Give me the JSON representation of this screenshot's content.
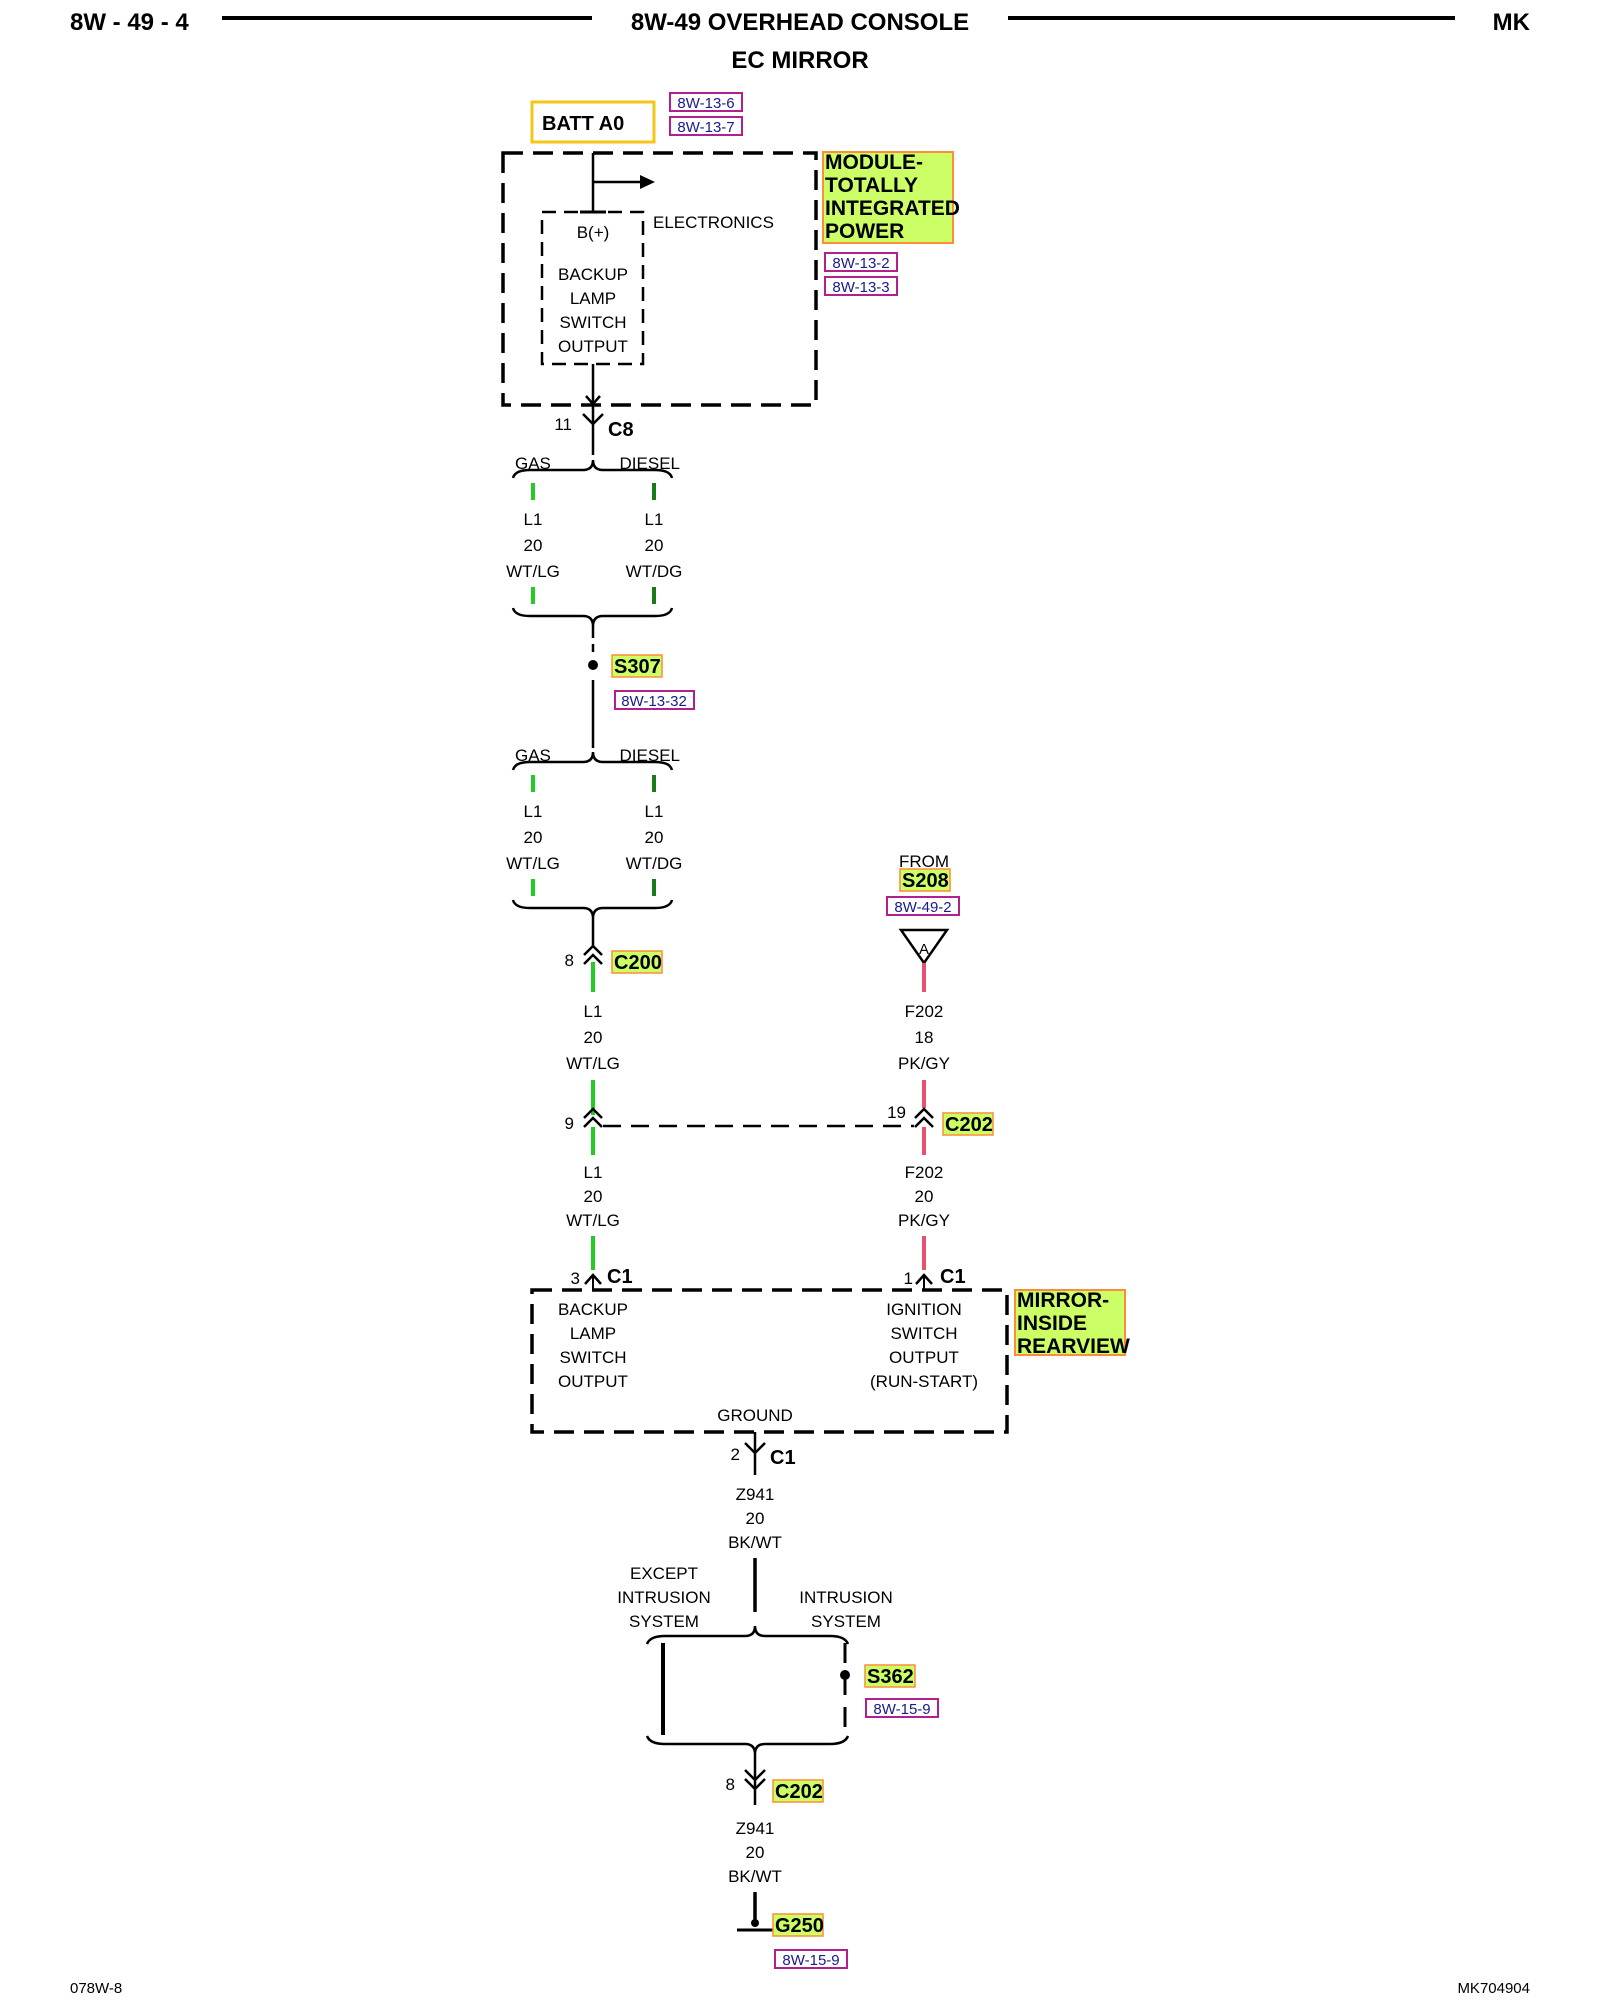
{
  "header": {
    "page_number": "8W - 49 - 4",
    "title": "8W-49 OVERHEAD CONSOLE",
    "subtitle": "EC MIRROR",
    "model": "MK"
  },
  "footer": {
    "left_code": "078W-8",
    "right_code": "MK704904"
  },
  "batt": {
    "label": "BATT A0",
    "refs": [
      "8W-13-6",
      "8W-13-7"
    ]
  },
  "tipm": {
    "name_lines": [
      "MODULE-",
      "TOTALLY",
      "INTEGRATED",
      "POWER"
    ],
    "refs": [
      "8W-13-2",
      "8W-13-3"
    ],
    "electronics_label": "ELECTRONICS",
    "bplus_label": "B(+)",
    "output_lines": [
      "BACKUP",
      "LAMP",
      "SWITCH",
      "OUTPUT"
    ]
  },
  "c8": {
    "pin": "11",
    "label": "C8"
  },
  "branch_top": {
    "gas_label": "GAS",
    "diesel_label": "DIESEL",
    "gas_wire": [
      "L1",
      "20",
      "WT/LG"
    ],
    "diesel_wire": [
      "L1",
      "20",
      "WT/DG"
    ]
  },
  "s307": {
    "label": "S307",
    "ref": "8W-13-32"
  },
  "branch_bottom": {
    "gas_label": "GAS",
    "diesel_label": "DIESEL",
    "gas_wire": [
      "L1",
      "20",
      "WT/LG"
    ],
    "diesel_wire": [
      "L1",
      "20",
      "WT/DG"
    ]
  },
  "c200": {
    "pin": "8",
    "label": "C200"
  },
  "wire_l1_a": [
    "L1",
    "20",
    "WT/LG"
  ],
  "from_s208": {
    "from_label": "FROM",
    "splice": "S208",
    "ref": "8W-49-2",
    "flag": "A"
  },
  "wire_f202_a": [
    "F202",
    "18",
    "PK/GY"
  ],
  "c202_top": {
    "left_pin": "9",
    "right_pin": "19",
    "label": "C202"
  },
  "wire_l1_b": [
    "L1",
    "20",
    "WT/LG"
  ],
  "wire_f202_b": [
    "F202",
    "20",
    "PK/GY"
  ],
  "mirror_pins": {
    "left_pin": "3",
    "left_label": "C1",
    "right_pin": "1",
    "right_label": "C1"
  },
  "mirror": {
    "name_lines": [
      "MIRROR-",
      "INSIDE",
      "REARVIEW"
    ],
    "left_lines": [
      "BACKUP",
      "LAMP",
      "SWITCH",
      "OUTPUT"
    ],
    "right_lines": [
      "IGNITION",
      "SWITCH",
      "OUTPUT",
      "(RUN-START)"
    ],
    "ground_label": "GROUND"
  },
  "ground_pin": {
    "pin": "2",
    "label": "C1"
  },
  "wire_z941_a": [
    "Z941",
    "20",
    "BK/WT"
  ],
  "ground_branch": {
    "left_lines": [
      "EXCEPT",
      "INTRUSION",
      "SYSTEM"
    ],
    "right_lines": [
      "INTRUSION",
      "SYSTEM"
    ]
  },
  "s362": {
    "label": "S362",
    "ref": "8W-15-9"
  },
  "c202_bottom": {
    "pin": "8",
    "label": "C202"
  },
  "wire_z941_b": [
    "Z941",
    "20",
    "BK/WT"
  ],
  "g250": {
    "label": "G250",
    "ref": "8W-15-9"
  },
  "colors": {
    "wire_green": "#22cc22",
    "wire_darkgreen": "#1a7a1a",
    "wire_pink": "#e8506e",
    "highlight": "#ccff66",
    "highlight_border": "#ff8c3a",
    "batt_border": "#f5c518",
    "ref_border": "#b0208f",
    "ref_text": "#1a1a8c"
  }
}
